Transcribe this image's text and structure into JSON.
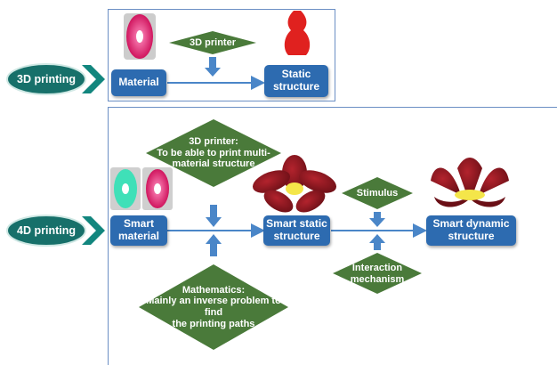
{
  "diagram": {
    "row_3d": {
      "label": "3D printing",
      "material": "Material",
      "printer": "3D printer",
      "output_line1": "Static",
      "output_line2": "structure"
    },
    "row_4d": {
      "label": "4D printing",
      "smart_material_line1": "Smart",
      "smart_material_line2": "material",
      "printer_line1": "3D printer:",
      "printer_line2": "To be able to print multi-",
      "printer_line3": "material structure",
      "smart_static_line1": "Smart static",
      "smart_static_line2": "structure",
      "stimulus": "Stimulus",
      "smart_dynamic_line1": "Smart dynamic",
      "smart_dynamic_line2": "structure",
      "interaction_line1": "Interaction",
      "interaction_line2": "mechanism",
      "math_line1": "Mathematics:",
      "math_line2": "Mainly an inverse problem to find",
      "math_line3": "the printing paths"
    },
    "colors": {
      "node_blue": "#2d6bb0",
      "diamond_green": "#4a7a3a",
      "oval_teal": "#17706a",
      "chevron_teal": "#12867e",
      "frame_border": "#6b8fc4",
      "arrow": "#4a86c8"
    },
    "icons": [
      "filament-spool-icon",
      "vase-icon",
      "flower-static-icon",
      "flower-dynamic-icon"
    ]
  }
}
